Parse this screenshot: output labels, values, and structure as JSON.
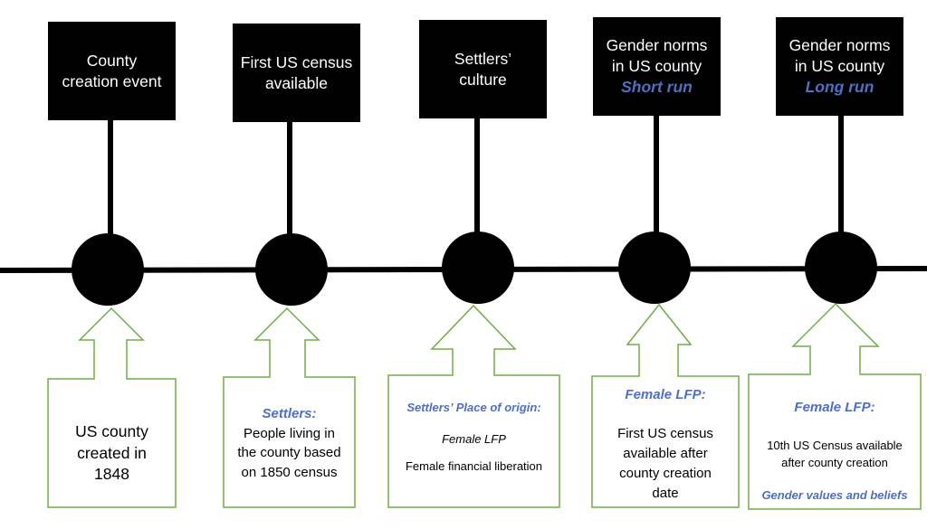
{
  "colors": {
    "line": "#000000",
    "arrow_outline": "#70ad47",
    "accent_text": "#4f6fc4"
  },
  "events": [
    {
      "top": {
        "line1": "County",
        "line2": "creation event",
        "line3": ""
      },
      "bottom": {
        "heading": "",
        "lines": [
          "US county",
          "created in",
          "1848"
        ],
        "italic_line": "",
        "footer": ""
      }
    },
    {
      "top": {
        "line1": "First US census",
        "line2": "available",
        "line3": ""
      },
      "bottom": {
        "heading": "Settlers:",
        "lines": [
          "People living in",
          "the county based",
          "on 1850 census"
        ],
        "italic_line": "",
        "footer": ""
      }
    },
    {
      "top": {
        "line1": "Settlers’",
        "line2": "culture",
        "line3": ""
      },
      "bottom": {
        "heading": "Settlers’ Place of origin:",
        "lines": [],
        "italic_line": "Female LFP",
        "footer": "Female financial liberation"
      }
    },
    {
      "top": {
        "line1": "Gender norms",
        "line2": "in US county",
        "line3": "Short run"
      },
      "bottom": {
        "heading": "Female LFP:",
        "lines": [
          "First US census",
          "available after",
          "county creation",
          "date"
        ],
        "italic_line": "",
        "footer": ""
      }
    },
    {
      "top": {
        "line1": "Gender norms",
        "line2": "in US county",
        "line3": "Long run"
      },
      "bottom": {
        "heading": "Female LFP:",
        "lines": [
          "10th US Census available",
          "after county creation"
        ],
        "italic_line": "",
        "footer": "Gender values and beliefs"
      }
    }
  ]
}
